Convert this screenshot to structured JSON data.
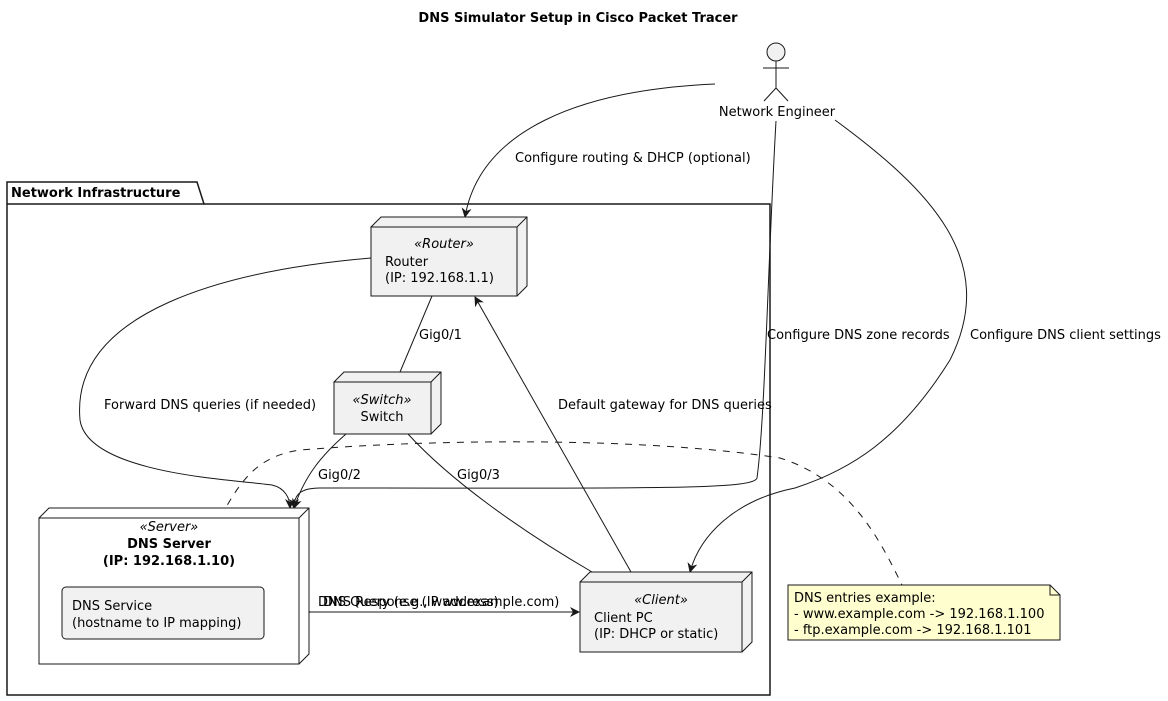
{
  "title": "DNS Simulator Setup in Cisco Packet Tracer",
  "actor": {
    "label": "Network Engineer"
  },
  "package": {
    "label": "Network Infrastructure"
  },
  "router": {
    "stereotype": "«Router»",
    "name": "Router",
    "ip": "(IP: 192.168.1.1)"
  },
  "switch": {
    "stereotype": "«Switch»",
    "name": "Switch"
  },
  "server": {
    "stereotype": "«Server»",
    "name": "DNS Server",
    "ip": "(IP: 192.168.1.10)"
  },
  "service": {
    "name": "DNS Service",
    "desc": "(hostname to IP mapping)"
  },
  "client": {
    "stereotype": "«Client»",
    "name": "Client PC",
    "ip": "(IP: DHCP or static)"
  },
  "note": {
    "lines": [
      "DNS entries example:",
      "- www.example.com -> 192.168.1.100",
      "- ftp.example.com -> 192.168.1.101"
    ]
  },
  "edges": {
    "configure_routing": "Configure routing & DHCP (optional)",
    "configure_dns_zone": "Configure DNS zone records",
    "configure_dns_client": "Configure DNS client settings",
    "gig01": "Gig0/1",
    "gig02": "Gig0/2",
    "gig03": "Gig0/3",
    "forward_dns": "Forward DNS queries (if needed)",
    "default_gateway": "Default gateway for DNS queries",
    "dns_query": "DNS Query (e.g., www.example.com)",
    "dns_response": "DNS Response (IP address)"
  }
}
